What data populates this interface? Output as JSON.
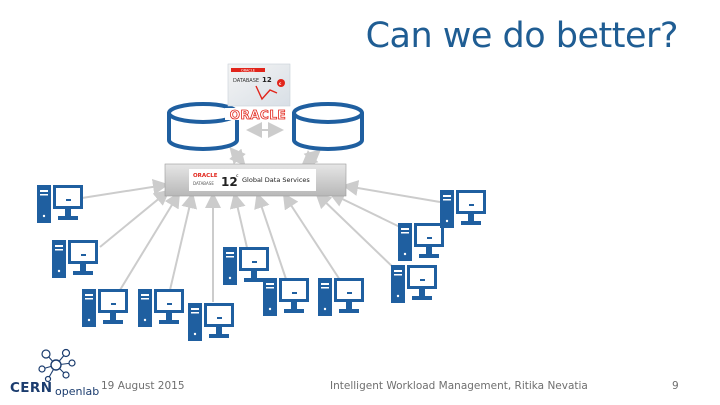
{
  "slide": {
    "title": "Can we do better?",
    "footer": {
      "date": "19 August 2015",
      "center": "Intelligent Workload Management, Ritika Nevatia",
      "page_number": "9"
    }
  },
  "diagram": {
    "database_icon_name": "database-icon",
    "computer_icon_name": "computer-icon",
    "oracle_logo_text": "ORACLE",
    "gds_box": {
      "brand": "ORACLE",
      "sub_brand": "DATABASE",
      "version": "12",
      "version_suffix": "c",
      "label": "Global Data Services"
    },
    "product_box": {
      "brand": "ORACLE",
      "sub_brand": "DATABASE",
      "version": "12",
      "version_suffix": "c"
    },
    "colors": {
      "computer_blue": "#1f5fa0",
      "arrow_gray": "#cccccc",
      "title_blue": "#1f5d93",
      "oracle_red": "#e1251b"
    }
  },
  "logo": {
    "cern_text": "CERN",
    "openlab_text": "openlab"
  }
}
